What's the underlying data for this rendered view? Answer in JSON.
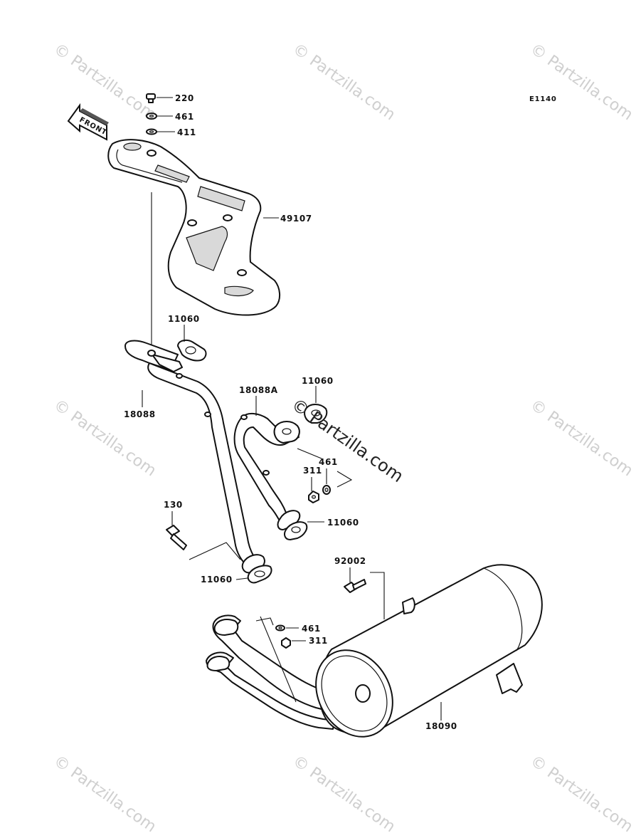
{
  "diagram": {
    "code": "E1140",
    "front_label": "FRONT",
    "labels": {
      "p220": "220",
      "p461_top": "461",
      "p411": "411",
      "p49107": "49107",
      "p11060_a": "11060",
      "p18088": "18088",
      "p18088a": "18088A",
      "p11060_b": "11060",
      "p461_mid": "461",
      "p311_mid": "311",
      "p11060_c": "11060",
      "p130": "130",
      "p11060_d": "11060",
      "p92002": "92002",
      "p461_low": "461",
      "p311_low": "311",
      "p18090": "18090"
    }
  },
  "watermark": {
    "small": "© Partzilla.com",
    "large": "© Partzilla.com"
  }
}
